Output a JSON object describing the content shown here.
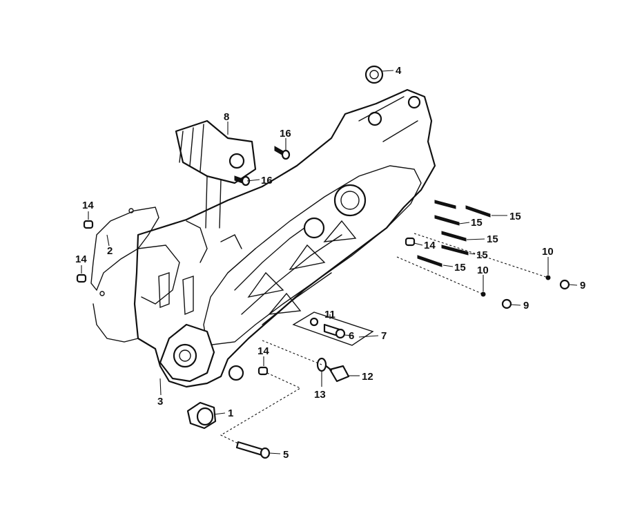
{
  "diagram": {
    "callouts": [
      {
        "id": "c1",
        "label": "1"
      },
      {
        "id": "c2",
        "label": "2"
      },
      {
        "id": "c3",
        "label": "3"
      },
      {
        "id": "c4",
        "label": "4"
      },
      {
        "id": "c5",
        "label": "5"
      },
      {
        "id": "c6",
        "label": "6"
      },
      {
        "id": "c7",
        "label": "7"
      },
      {
        "id": "c8",
        "label": "8"
      },
      {
        "id": "c9a",
        "label": "9"
      },
      {
        "id": "c9b",
        "label": "9"
      },
      {
        "id": "c10a",
        "label": "10"
      },
      {
        "id": "c10b",
        "label": "10"
      },
      {
        "id": "c11",
        "label": "11"
      },
      {
        "id": "c12",
        "label": "12"
      },
      {
        "id": "c13",
        "label": "13"
      },
      {
        "id": "c14a",
        "label": "14"
      },
      {
        "id": "c14b",
        "label": "14"
      },
      {
        "id": "c14c",
        "label": "14"
      },
      {
        "id": "c14d",
        "label": "14"
      },
      {
        "id": "c15a",
        "label": "15"
      },
      {
        "id": "c15b",
        "label": "15"
      },
      {
        "id": "c15c",
        "label": "15"
      },
      {
        "id": "c15d",
        "label": "15"
      },
      {
        "id": "c15e",
        "label": "15"
      },
      {
        "id": "c16a",
        "label": "16"
      },
      {
        "id": "c16b",
        "label": "16"
      }
    ]
  }
}
